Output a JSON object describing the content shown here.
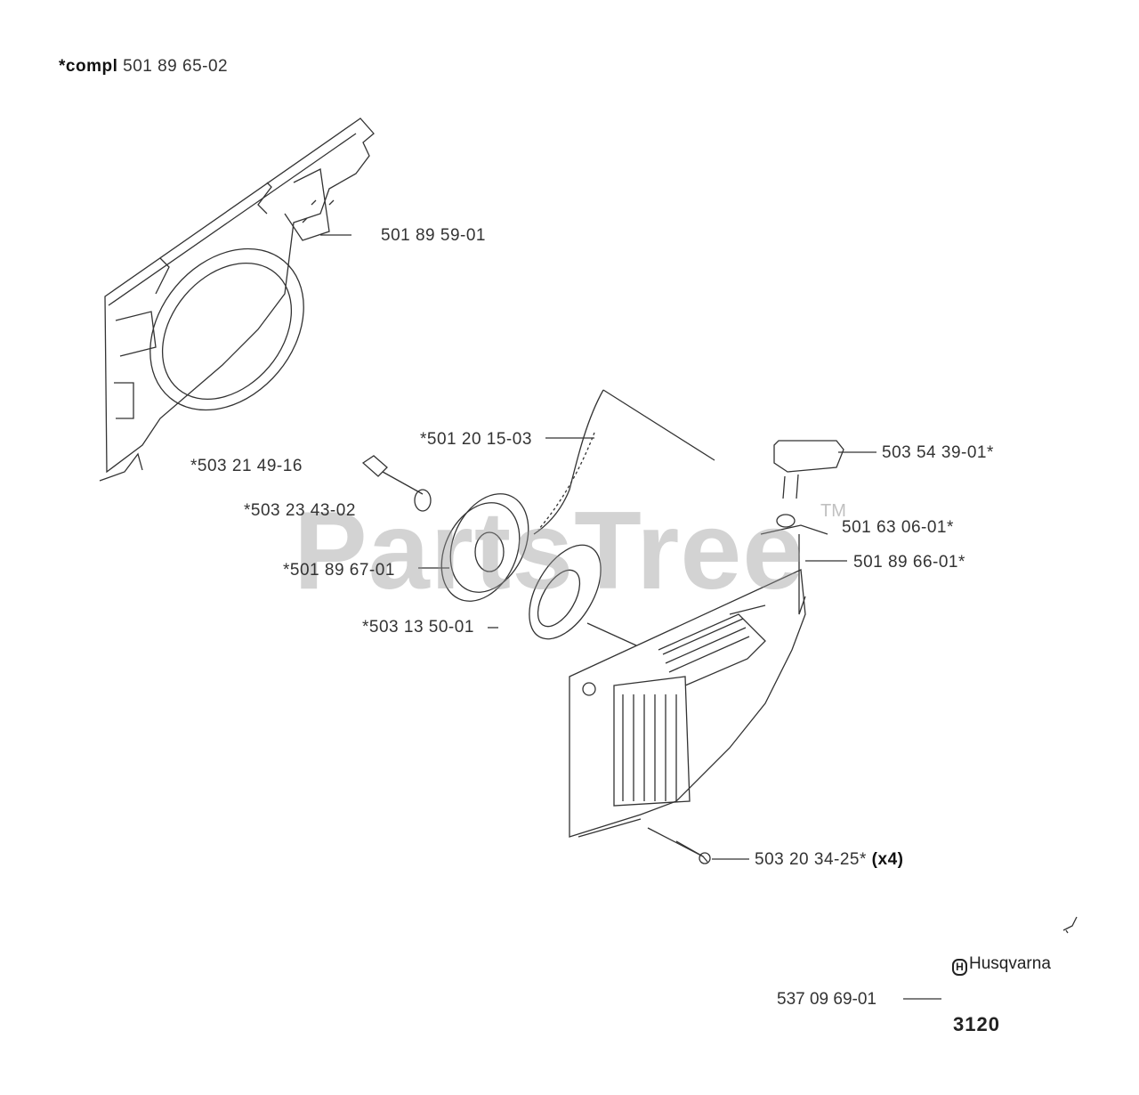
{
  "header": {
    "prefix": "*compl",
    "number": "501 89 65-02"
  },
  "parts": [
    {
      "id": "p1",
      "text": "501 89 59-01"
    },
    {
      "id": "p2",
      "text": "*501 20 15-03"
    },
    {
      "id": "p3",
      "text": "*503 21 49-16"
    },
    {
      "id": "p4",
      "text": "*503 23 43-02"
    },
    {
      "id": "p5",
      "text": "*501 89 67-01"
    },
    {
      "id": "p6",
      "text": "*503 13 50-01"
    },
    {
      "id": "p7",
      "text": "503 54 39-01*"
    },
    {
      "id": "p8",
      "text": "501 63 06-01*"
    },
    {
      "id": "p9",
      "text": "501 89 66-01*"
    },
    {
      "id": "p10",
      "text": "503 20 34-25*",
      "qty": "(x4)"
    }
  ],
  "watermark": {
    "text": "PartsTree",
    "tm": "TM"
  },
  "footer": {
    "part_number": "537 09 69-01",
    "brand": "Husqvarna",
    "brand_icon": "husqvarna-crown-logo",
    "model": "3120"
  }
}
